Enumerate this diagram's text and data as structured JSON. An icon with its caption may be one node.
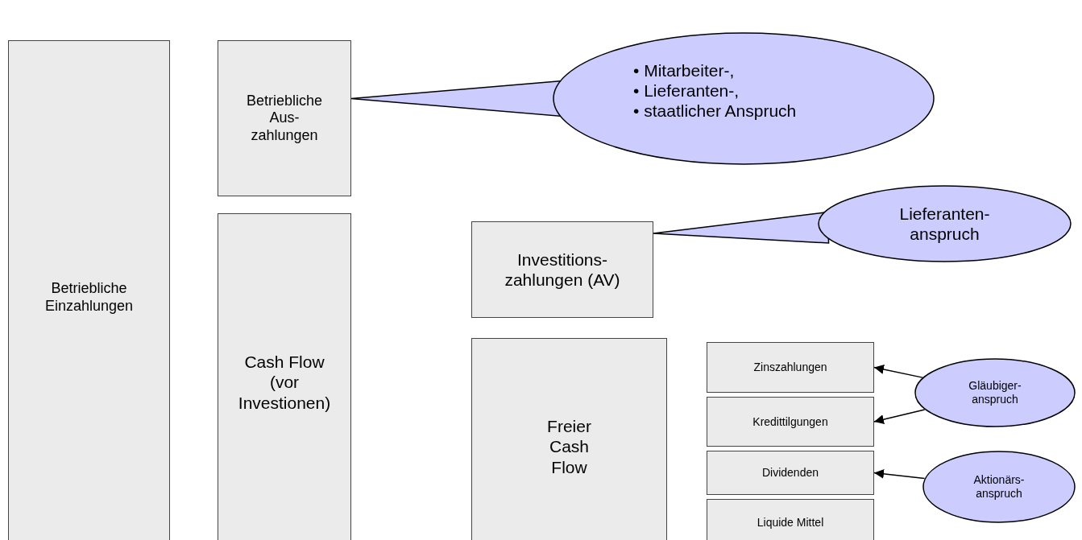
{
  "diagram": {
    "nodes": [
      {
        "text": [
          "Betriebliche Einzahlungen"
        ]
      },
      {
        "text": [
          "Betriebliche Aus- zahlungen"
        ]
      },
      {
        "text": [
          "Cash Flow (vor Investionen)"
        ]
      },
      {
        "text": [
          "Investitions- zahlungen (AV)"
        ]
      },
      {
        "text": [
          "Freier Cash Flow"
        ]
      },
      {
        "text": [
          "Zinszahlungen"
        ]
      },
      {
        "text": [
          "Kredittilgungen"
        ]
      },
      {
        "text": [
          "Dividenden"
        ]
      },
      {
        "text": [
          "Liquide Mittel"
        ]
      },
      {
        "text": [
          "• Mitarbeiter-,",
          "• Lieferanten-,",
          "• staatlicher Anspruch"
        ]
      },
      {
        "text": [
          "Lieferanten- anspruch"
        ]
      },
      {
        "text": [
          "Gläubiger- anspruch"
        ]
      },
      {
        "text": [
          "Aktionärs- anspruch"
        ]
      }
    ],
    "edges": [
      {
        "from": 9,
        "to": 1,
        "arrow": "none"
      },
      {
        "from": 10,
        "to": 3,
        "arrow": "none"
      },
      {
        "from": 11,
        "to": 5,
        "arrow": "to"
      },
      {
        "from": 11,
        "to": 6,
        "arrow": "to"
      },
      {
        "from": 12,
        "to": 7,
        "arrow": "to"
      }
    ]
  }
}
